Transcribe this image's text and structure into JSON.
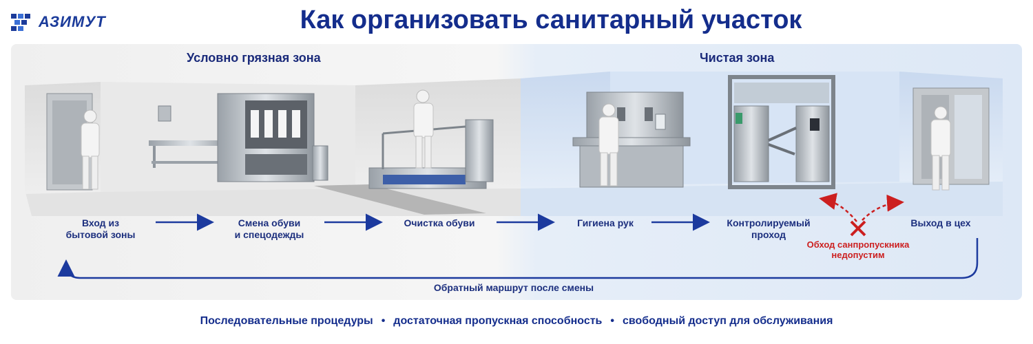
{
  "header": {
    "logo_text": "АЗИМУТ",
    "title": "Как организовать санитарный участок"
  },
  "zones": {
    "dirty": "Условно грязная зона",
    "clean": "Чистая зона"
  },
  "steps": [
    {
      "line1": "Вход из",
      "line2": "бытовой зоны"
    },
    {
      "line1": "Смена обуви",
      "line2": "и спецодежды"
    },
    {
      "line1": "Очистка обуви",
      "line2": ""
    },
    {
      "line1": "Гигиена рук",
      "line2": ""
    },
    {
      "line1": "Контролируемый",
      "line2": "проход"
    },
    {
      "line1": "Выход в цех",
      "line2": ""
    }
  ],
  "warning": {
    "line1": "Обход санпропускника",
    "line2": "недопустим"
  },
  "return_route": "Обратный маршрут после смены",
  "footer": {
    "item1": "Последовательные процедуры",
    "item2": "достаточная пропускная способность",
    "item3": "свободный доступ для обслуживания"
  },
  "colors": {
    "brand": "#142d8c",
    "arrow": "#1c3a9e",
    "warning": "#cc1f1f"
  }
}
